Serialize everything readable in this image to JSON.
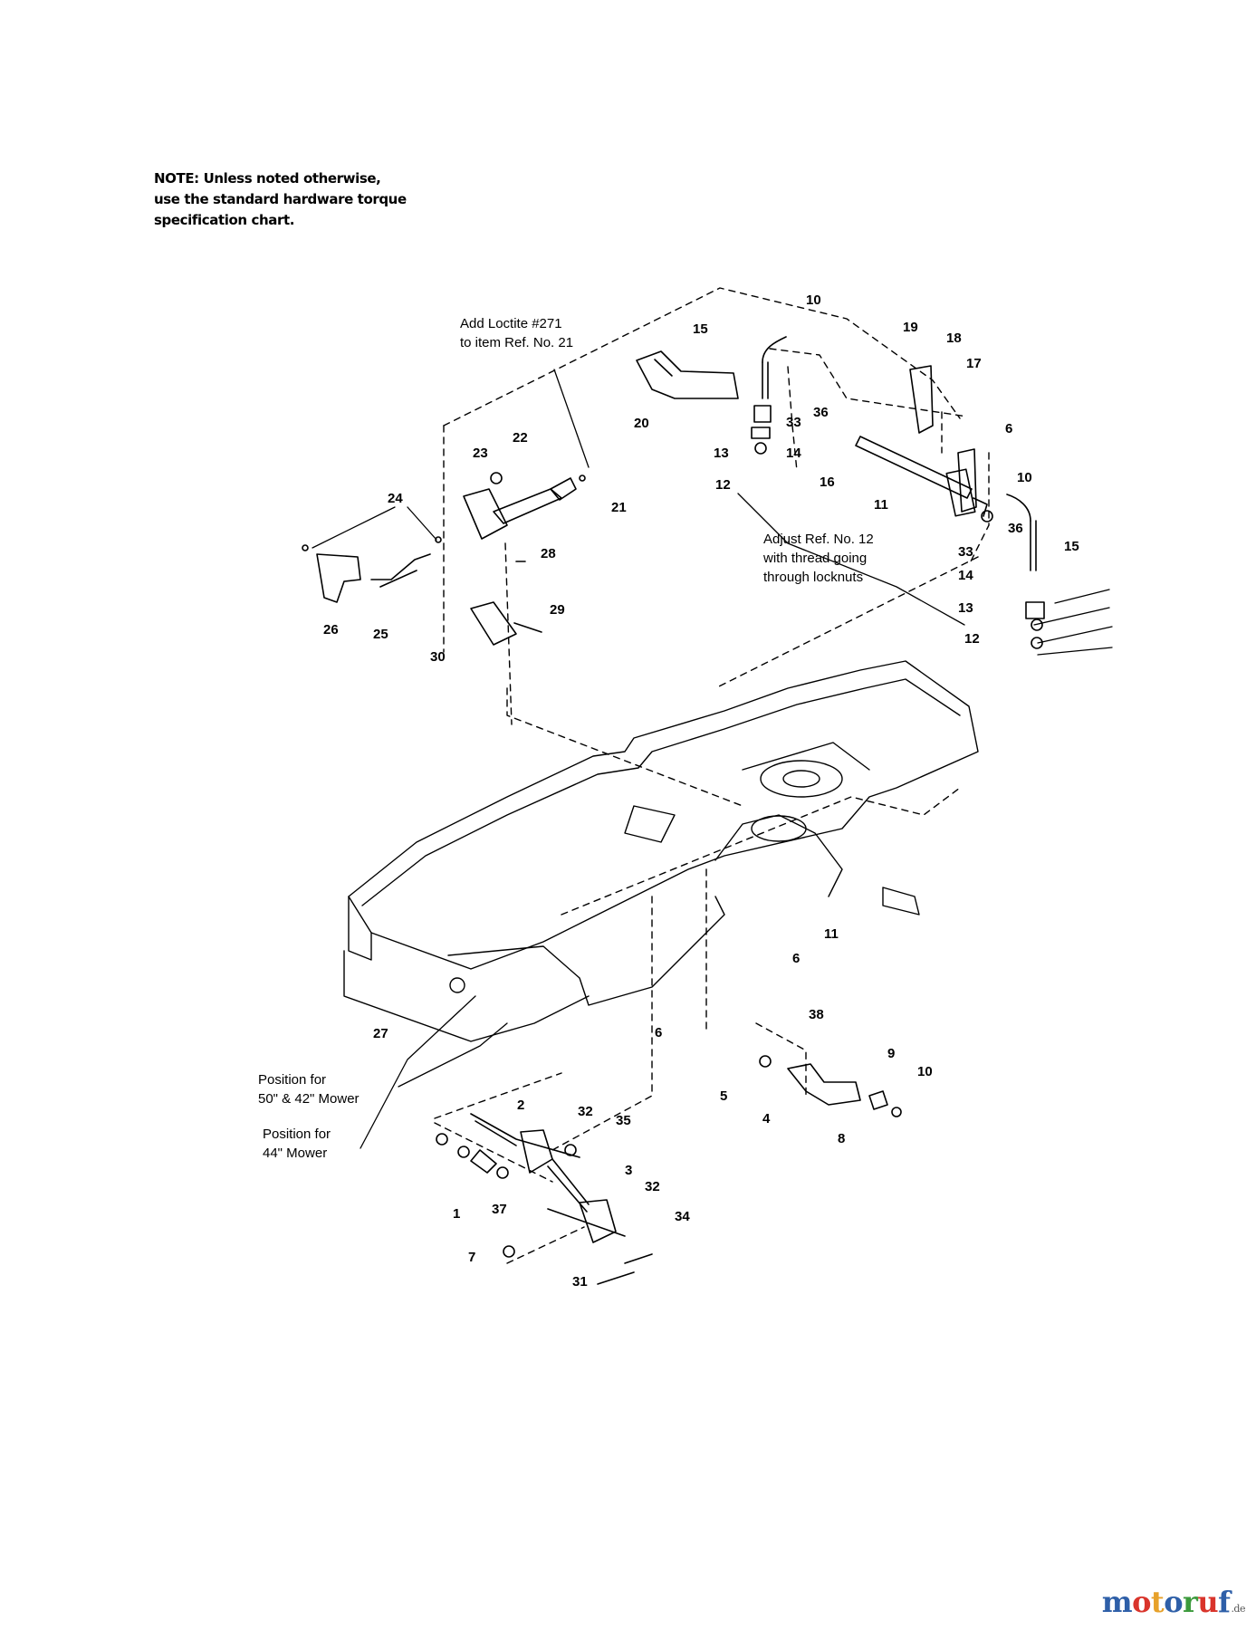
{
  "note": {
    "lines": [
      "NOTE: Unless noted otherwise,",
      "use the standard hardware torque",
      "specification chart."
    ]
  },
  "annotations": {
    "loctite": [
      "Add Loctite #271",
      "to item Ref. No. 21"
    ],
    "adjust": [
      "Adjust Ref. No. 12",
      "with thread going",
      "through locknuts"
    ],
    "pos50": [
      "Position for",
      "50\" & 42\" Mower"
    ],
    "pos44": [
      "Position for",
      "44\" Mower"
    ]
  },
  "callouts": [
    "10",
    "15",
    "19",
    "18",
    "17",
    "20",
    "33",
    "36",
    "13",
    "14",
    "12",
    "16",
    "6",
    "10",
    "11",
    "36",
    "15",
    "33",
    "14",
    "13",
    "12",
    "22",
    "21",
    "23",
    "24",
    "28",
    "29",
    "26",
    "25",
    "30",
    "11",
    "6",
    "6",
    "27",
    "38",
    "9",
    "10",
    "5",
    "4",
    "8",
    "2",
    "32",
    "35",
    "3",
    "32",
    "37",
    "1",
    "34",
    "7",
    "31"
  ],
  "logo": {
    "letters": [
      "m",
      "o",
      "t",
      "o",
      "r",
      "u",
      "f"
    ],
    "colors": [
      "#2e5fa8",
      "#d9342b",
      "#e7a12a",
      "#2e5fa8",
      "#3c9a3c",
      "#d9342b",
      "#2e5fa8"
    ],
    "suffix": ".de"
  }
}
